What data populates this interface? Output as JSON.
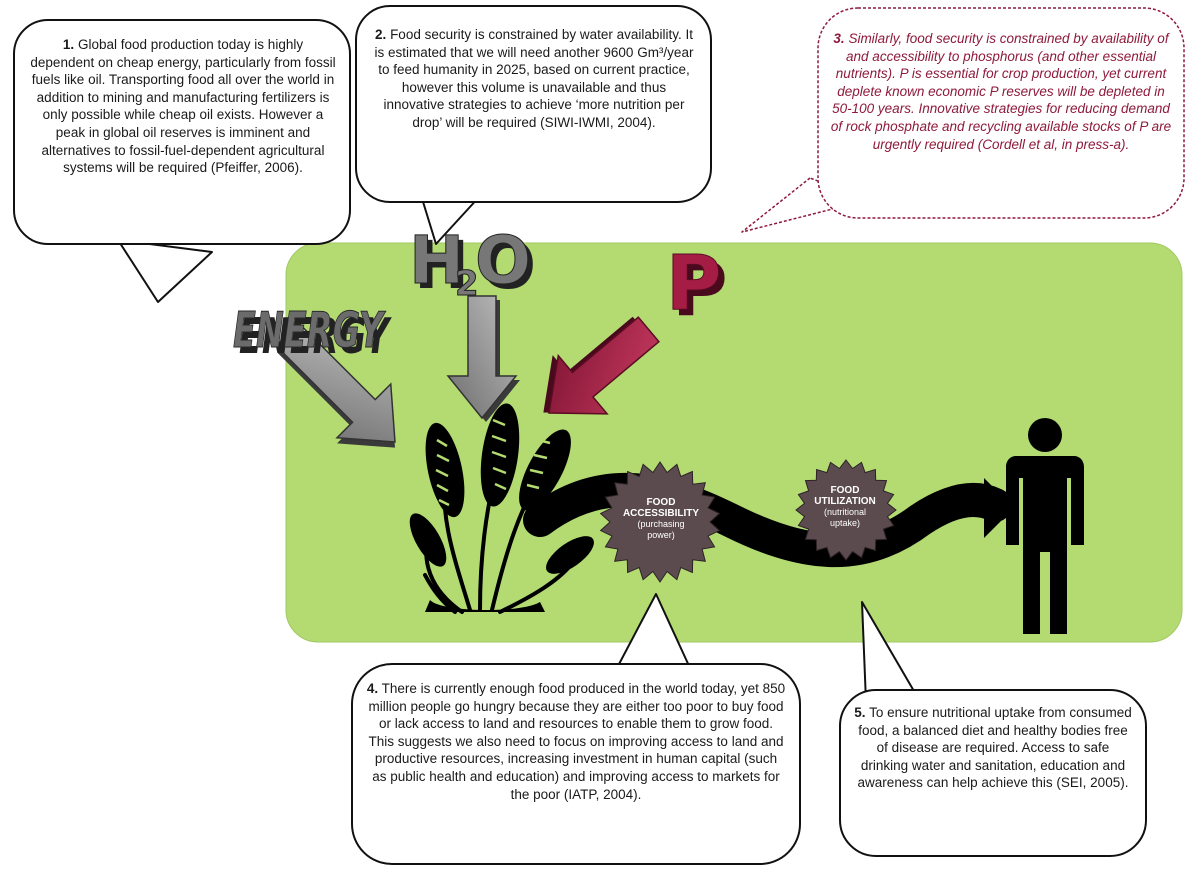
{
  "notes": [
    {
      "num": "1.",
      "text": "Global food production today is highly dependent on cheap energy, particularly from fossil fuels like oil. Transporting food all over the world in addition to mining and manufacturing fertilizers is only possible while cheap oil exists. However a peak in global oil reserves is imminent and alternatives to fossil-fuel-dependent agricultural systems will be required (Pfeiffer, 2006)."
    },
    {
      "num": "2.",
      "text": "Food security is constrained by water availability. It is estimated that we will need another 9600 Gm³/year to feed humanity in 2025, based on current practice, however this volume is unavailable and thus innovative strategies to achieve ‘more nutrition per drop’ will be required (SIWI-IWMI, 2004)."
    },
    {
      "num": "3.",
      "text": "Similarly, food security is constrained by availability of and accessibility to phosphorus (and other essential nutrients). P is essential for crop production, yet current deplete known economic P reserves will be depleted in 50-100 years. Innovative strategies for reducing demand of rock phosphate and recycling available stocks of P are urgently required (Cordell et al, in press-a)."
    },
    {
      "num": "4.",
      "text": "There is currently enough food produced in the world today, yet 850 million people go hungry because they are either too poor to buy food or lack access to land and resources to enable them to grow food. This suggests we also need to focus on improving access to land and productive resources, increasing investment in human capital (such as public health and education) and improving access to markets for the poor (IATP, 2004)."
    },
    {
      "num": "5.",
      "text": "To ensure nutritional uptake from consumed food, a balanced diet and healthy bodies free of disease are required.  Access to safe drinking water and sanitation, education and awareness can help achieve this (SEI, 2005)."
    }
  ],
  "inputs": {
    "energy": "ENERGY",
    "water": "H",
    "water_sub": "2",
    "water_end": "O",
    "phosphorus": "P"
  },
  "stages": [
    {
      "title1": "FOOD",
      "title2": "ACCESSIBILITY",
      "sub1": "(purchasing",
      "sub2": "power)"
    },
    {
      "title1": "FOOD",
      "title2": "UTILIZATION",
      "sub1": "(nutritional",
      "sub2": "uptake)"
    }
  ],
  "colors": {
    "panel": "#b3db72",
    "phosphorus": "#a51d44",
    "phosphorus_text": "#8e1a3c",
    "arrow_gray": "#8a8a8a",
    "star": "#5b4b4f"
  }
}
